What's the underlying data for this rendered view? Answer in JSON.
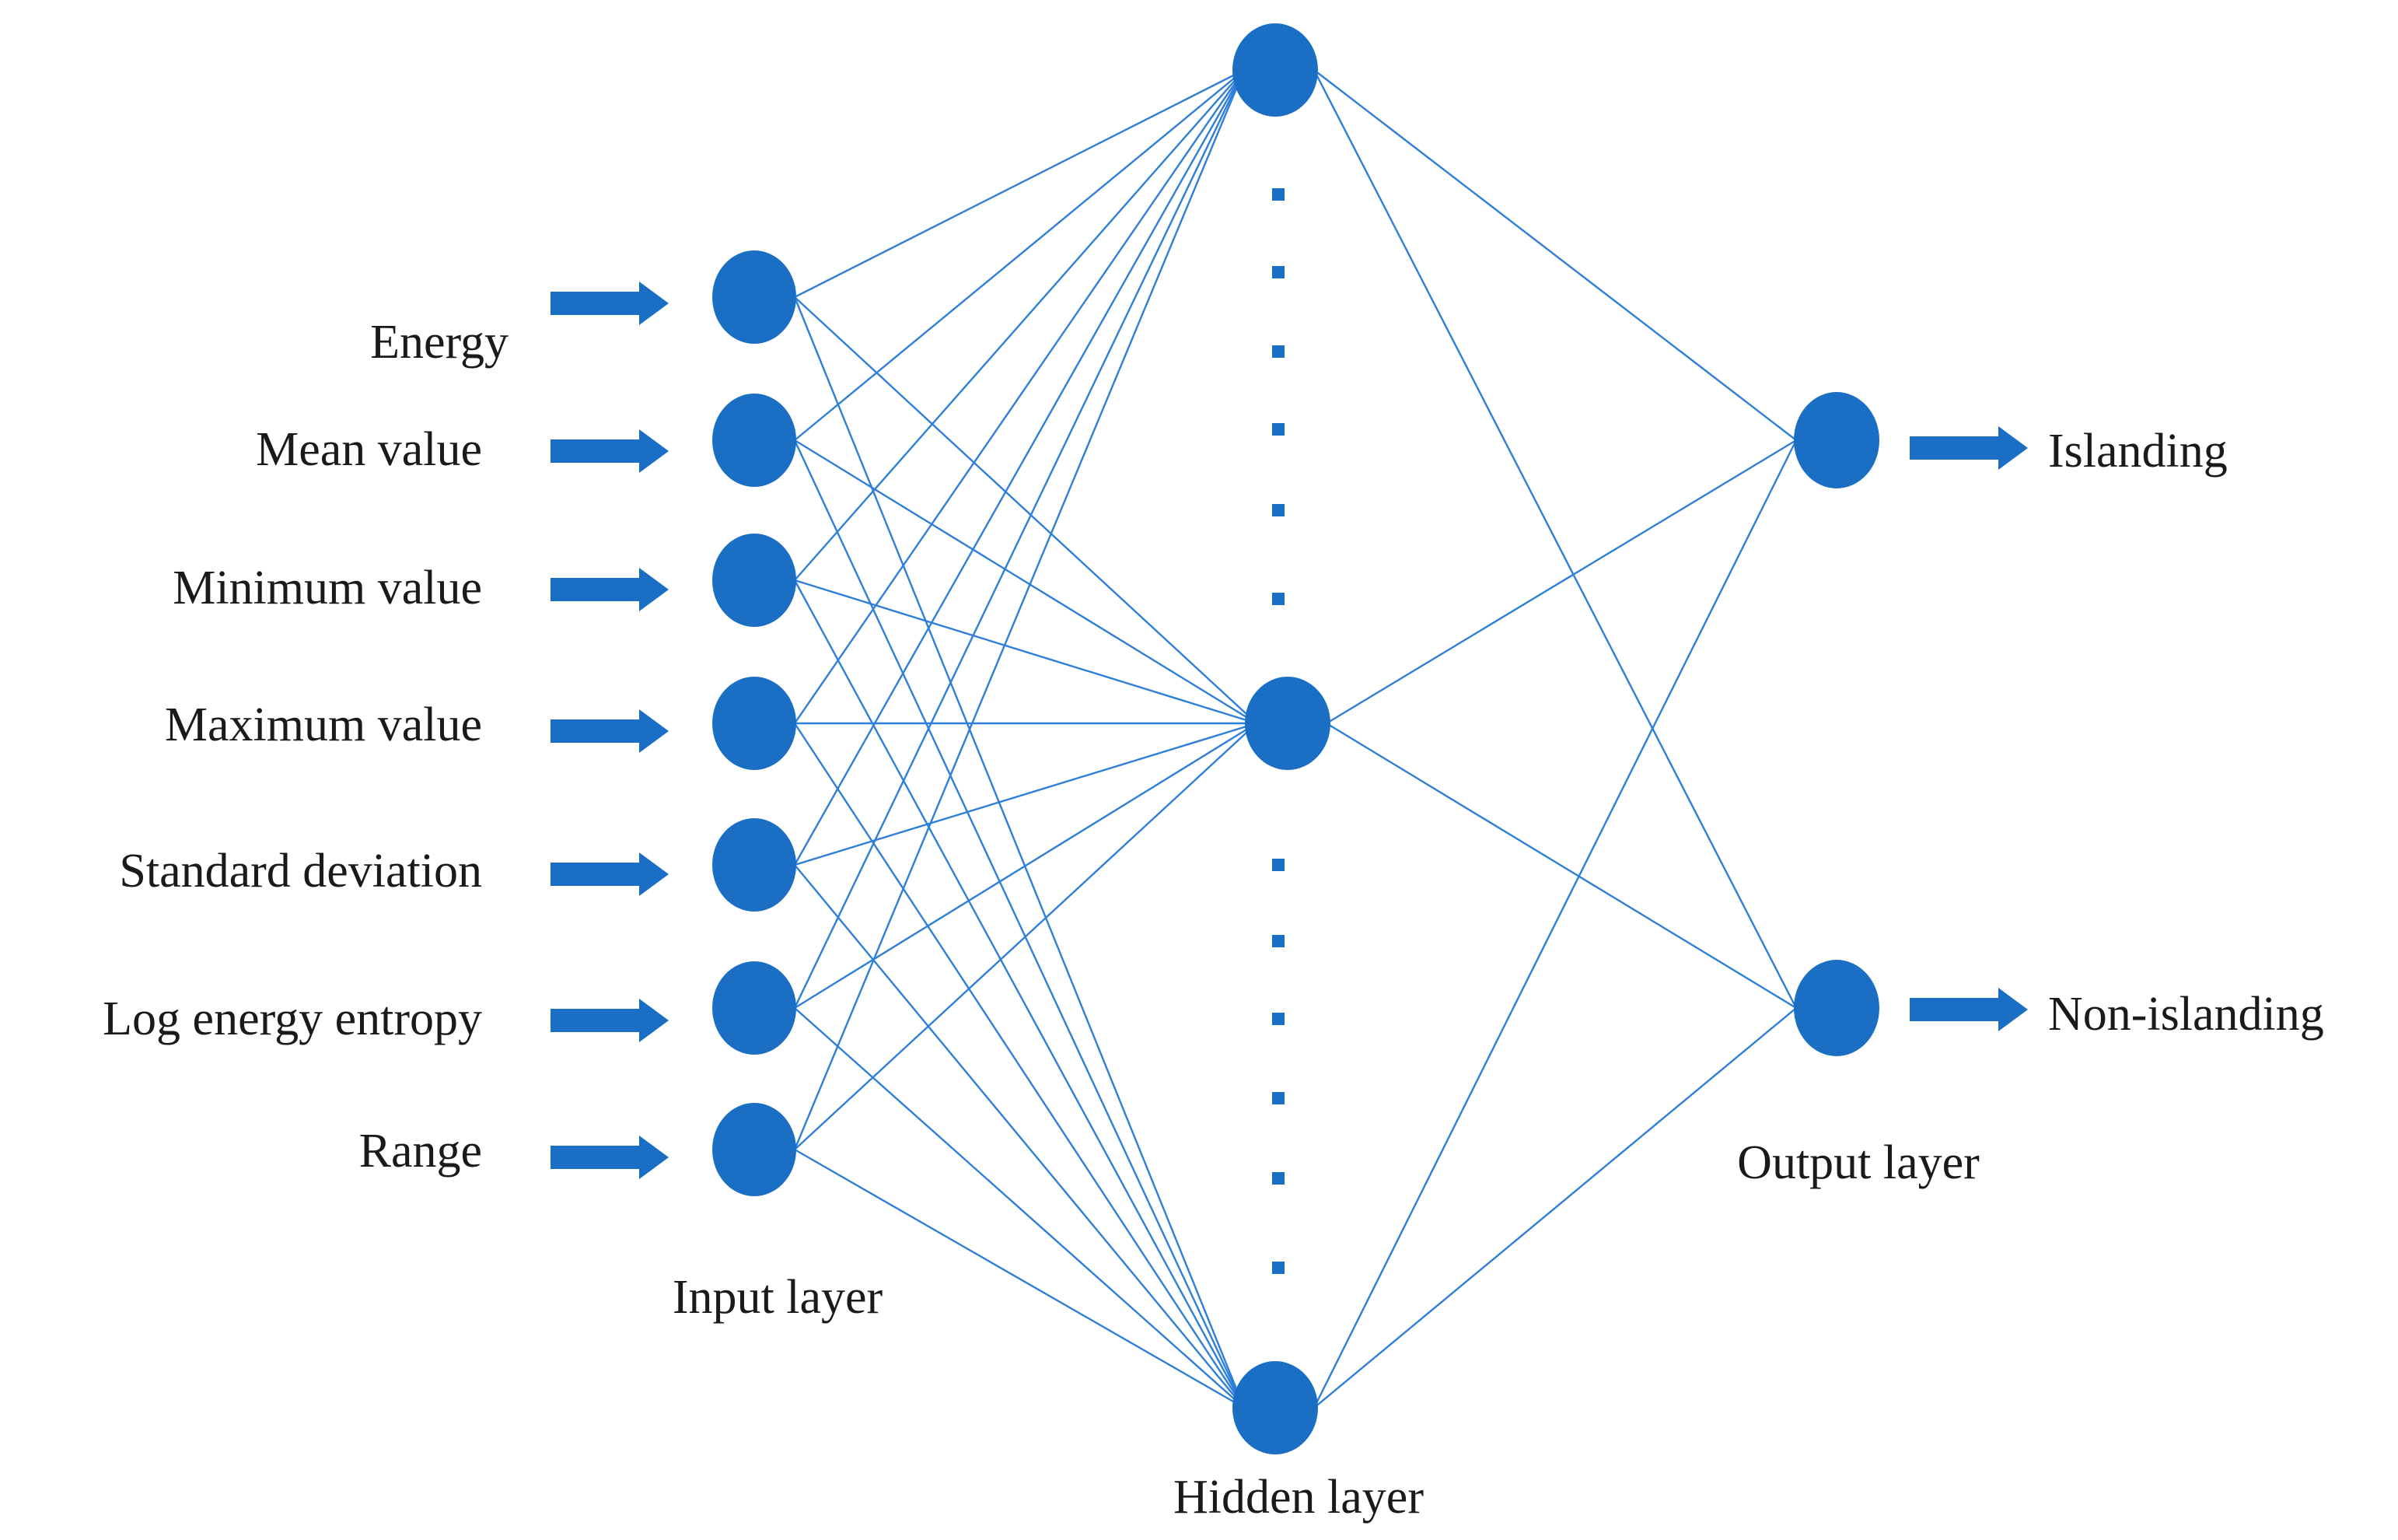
{
  "colors": {
    "node": "#1a6fc4",
    "edge": "#2f7fd8",
    "text": "#1a1a1a"
  },
  "inputs": [
    "Energy",
    "Mean value",
    "Minimum value",
    "Maximum value",
    "Standard deviation",
    "Log energy entropy",
    "Range"
  ],
  "outputs": [
    "Islanding",
    "Non-islanding"
  ],
  "layer_labels": {
    "input": "Input layer",
    "hidden": "Hidden layer",
    "output": "Output layer"
  }
}
